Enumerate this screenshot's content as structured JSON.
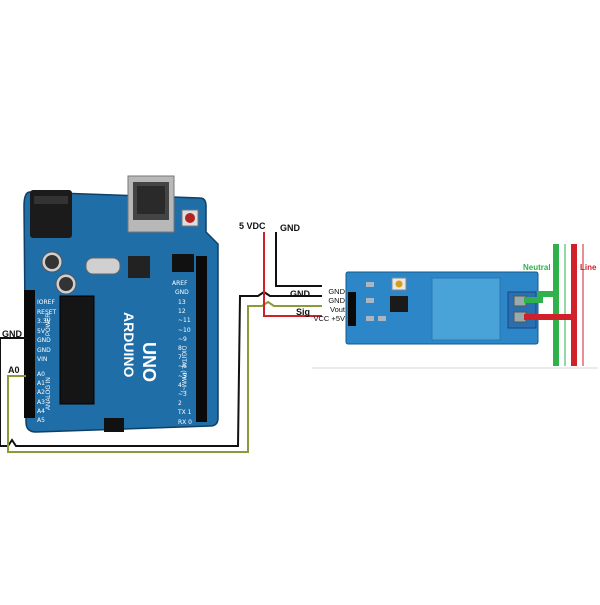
{
  "labels": {
    "vdc": "5 VDC",
    "gnd_top": "GND",
    "gnd_mid": "GND",
    "sig": "Sig",
    "gnd_left": "GND",
    "a0": "A0",
    "neutral": "Neutral",
    "line": "Line"
  },
  "module": {
    "pins": [
      "GND",
      "GND",
      "Vout",
      "VCC +5V"
    ]
  },
  "arduino": {
    "brand": "ARDUINO",
    "model": "UNO",
    "digital_label": "DIGITAL (PWM~)",
    "power_label": "POWER",
    "analog_label": "ANALOG IN",
    "aref": "AREF",
    "gnd": "GND",
    "digital_pins": [
      "13",
      "12",
      "~11",
      "~10",
      "~9",
      "8",
      "7",
      "~6",
      "~5",
      "4",
      "~3",
      "2",
      "TX 1",
      "RX 0"
    ],
    "power_pins": [
      "IOREF",
      "RESET",
      "3.3V",
      "5V",
      "GND",
      "GND",
      "VIN"
    ],
    "analog_pins": [
      "A0",
      "A1",
      "A2",
      "A3",
      "A4",
      "A5"
    ]
  },
  "colors": {
    "board": "#1f6ea8",
    "module": "#2c86c8",
    "neutral": "#2fb24c",
    "line": "#d0212a",
    "wire_olive": "#8a9a3a"
  }
}
